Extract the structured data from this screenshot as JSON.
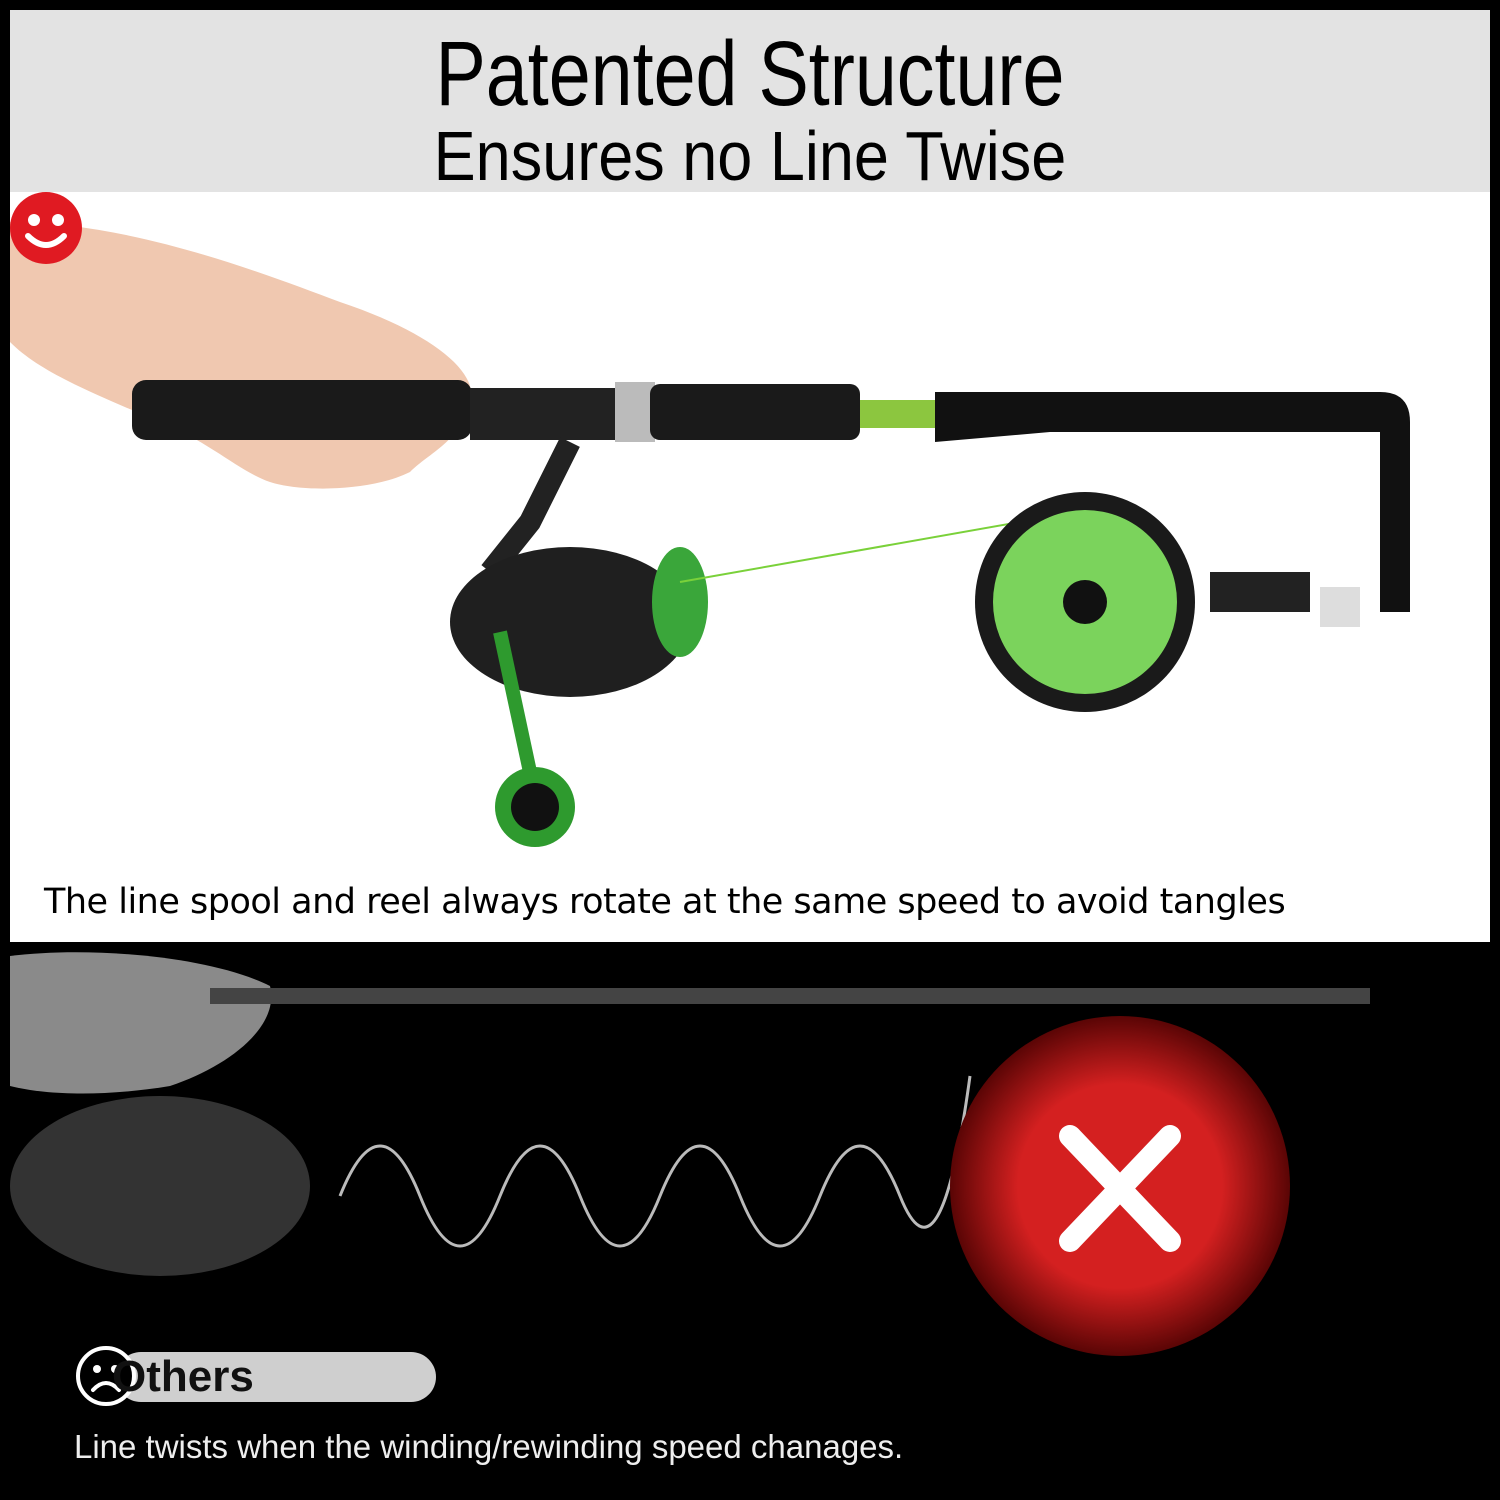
{
  "header": {
    "title": "Patented Structure",
    "subtitle": "Ensures no Line Twise"
  },
  "good_section": {
    "icon": "smiley-face-icon",
    "caption": "The line spool and reel always rotate at the same speed to avoid tangles",
    "accent_color": "#e01a22",
    "line_color": "#7ad13a"
  },
  "bad_section": {
    "icon": "sad-face-icon",
    "badge_label": "Others",
    "caption": "Line twists when the winding/rewinding speed chanages.",
    "cross_icon": "x-mark-icon",
    "warning_color": "#d42020"
  }
}
